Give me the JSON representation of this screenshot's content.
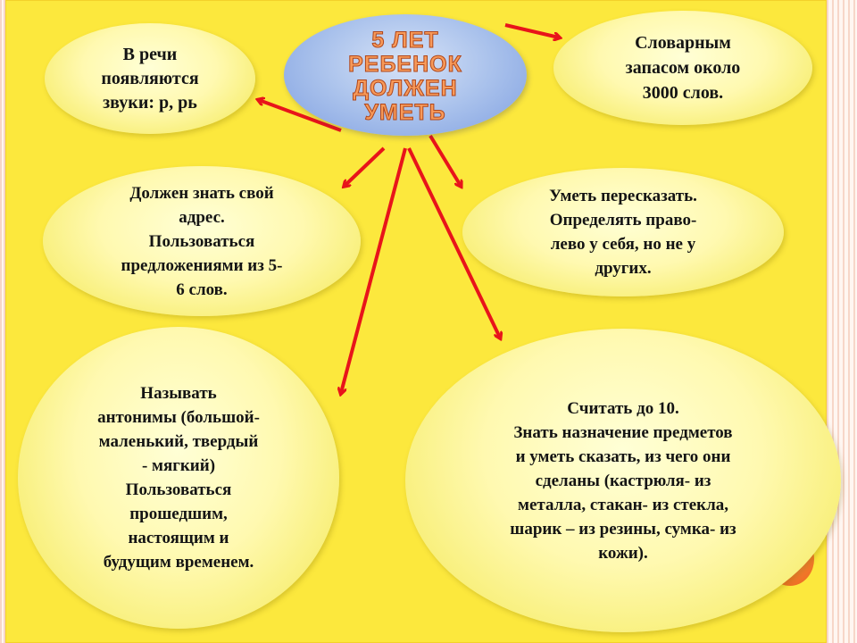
{
  "diagram": {
    "center": {
      "text": "5 ЛЕТ\nРЕБЕНОК\nДОЛЖЕН\nУМЕТЬ"
    },
    "bubbles": {
      "speech_sounds": "В речи\nпоявляются\nзвуки: р, рь",
      "vocabulary": "Словарным\nзапасом около\n3000 слов.",
      "address": "Должен знать свой\nадрес.\nПользоваться\nпредложениями из 5-\n6 слов.",
      "retell": "Уметь пересказать.\nОпределять право-\nлево у себя, но не у\nдругих.",
      "antonyms": "Называть\nантонимы (большой-\nмаленький, твердый\n- мягкий)\nПользоваться\nпрошедшим,\nнастоящим и\nбудущим временем.",
      "counting": "Считать до 10.\nЗнать назначение предметов\nи уметь сказать, из чего они\nсделаны (кастрюля- из\nметалла, стакан- из стекла,\nшарик – из резины, сумка- из\nкожи)."
    },
    "colors": {
      "background": "#fce83d",
      "bubble": "#fff9b0",
      "center": "#aac2ec",
      "center_text": "#f79a5a",
      "arrow": "#e8141a",
      "accent_circle": "#f47b2c"
    }
  }
}
